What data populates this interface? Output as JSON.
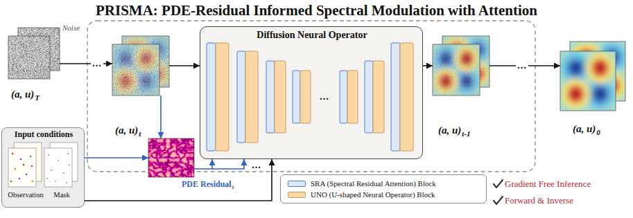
{
  "diagram": {
    "title": "PRISMA: PDE-Residual Informed Spectral Modulation with Attention",
    "nodes": [
      {
        "text": [
          "Noise",
          "(a, u)",
          "T"
        ]
      },
      {
        "text": [
          "(a, u)",
          "t"
        ]
      },
      {
        "text": [
          "Diffusion Neural Operator"
        ]
      },
      {
        "text": [
          "(a, u)",
          "t-1"
        ]
      },
      {
        "text": [
          "(a, u)",
          "0"
        ]
      },
      {
        "text": [
          "Input conditions",
          "Observation",
          "Mask"
        ]
      },
      {
        "text": [
          "PDE Residual",
          "t"
        ]
      }
    ],
    "edges": [
      {
        "from": 0,
        "to": 1,
        "arrow": "to",
        "label": "..."
      },
      {
        "from": 1,
        "to": 2,
        "arrow": "to"
      },
      {
        "from": 2,
        "to": 3,
        "arrow": "to"
      },
      {
        "from": 3,
        "to": 4,
        "arrow": "to",
        "label": "..."
      },
      {
        "from": 1,
        "to": 6,
        "arrow": "to"
      },
      {
        "from": 5,
        "to": 6,
        "arrow": "to"
      },
      {
        "from": 6,
        "to": 2,
        "arrow": "to"
      },
      {
        "from": 5,
        "to": 2,
        "arrow": "to"
      }
    ],
    "labels": [
      "...",
      "...",
      "Gradient Free Inference",
      "Forward & Inverse"
    ],
    "legend": [
      {
        "text": "SRA (Spectral Residual Attention) Block",
        "color": "#dbe8f8"
      },
      {
        "text": "UNO (U-shaped Neural Operator) Block",
        "color": "#fbd7a5"
      }
    ]
  }
}
